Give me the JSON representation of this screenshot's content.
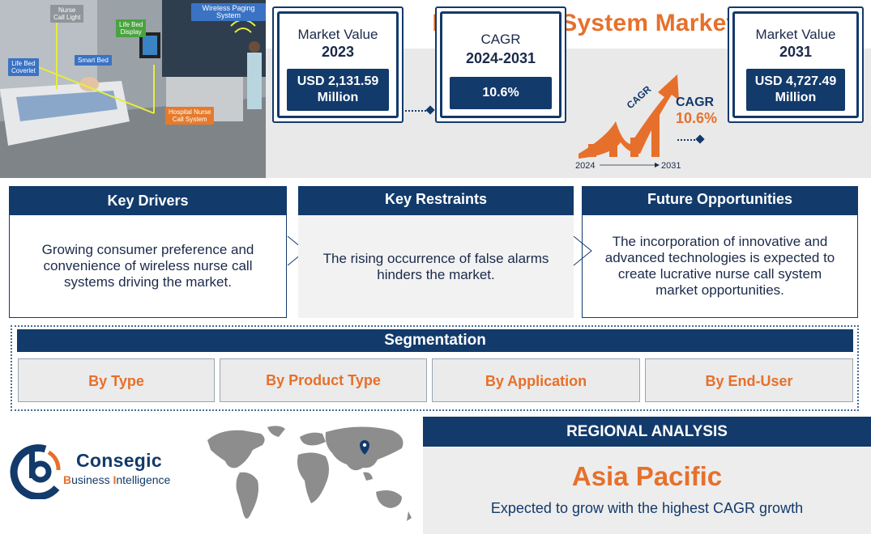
{
  "title": "Nurse Call System Market",
  "hero": {
    "labels": {
      "nurse_call_light": "Nurse\nCall Light",
      "life_bed_display": "Life Bed\nDisplay",
      "wireless_paging": "Wireless Paging System",
      "life_bed_coverlet": "Life Bed\nCoverlet",
      "smart_bed": "Smart Bed",
      "hospital_nurse_call": "Hospital Nurse\nCall System"
    }
  },
  "stats": {
    "market_2023": {
      "label": "Market Value",
      "year": "2023",
      "value": "USD 2,131.59 Million"
    },
    "cagr": {
      "label": "CAGR",
      "period": "2024-2031",
      "value": "10.6%"
    },
    "market_2031": {
      "label": "Market Value",
      "year": "2031",
      "value": "USD 4,727.49 Million"
    },
    "graphic": {
      "arrow_text": "CAGR",
      "side_label": "CAGR",
      "side_value": "10.6%",
      "start_year": "2024",
      "end_year": "2031"
    }
  },
  "panels": {
    "drivers": {
      "heading": "Key Drivers",
      "text": "Growing consumer preference and convenience of wireless nurse call systems driving the market."
    },
    "restraints": {
      "heading": "Key Restraints",
      "text": "The rising occurrence of false alarms hinders the market."
    },
    "opportunities": {
      "heading": "Future Opportunities",
      "text": "The incorporation of innovative and advanced technologies is expected to create lucrative nurse call system market opportunities."
    }
  },
  "segmentation": {
    "heading": "Segmentation",
    "items": [
      "By Type",
      "By Product Type",
      "By Application",
      "By End-User"
    ]
  },
  "logo": {
    "name": "Consegic",
    "sub_b": "B",
    "sub_rest1": "usiness ",
    "sub_i": "I",
    "sub_rest2": "ntelligence"
  },
  "region": {
    "heading": "REGIONAL ANALYSIS",
    "name": "Asia Pacific",
    "description": "Expected to grow with the highest CAGR growth"
  },
  "colors": {
    "navy": "#123a6b",
    "orange": "#e6702b",
    "band_gray": "#e9e9e9"
  }
}
